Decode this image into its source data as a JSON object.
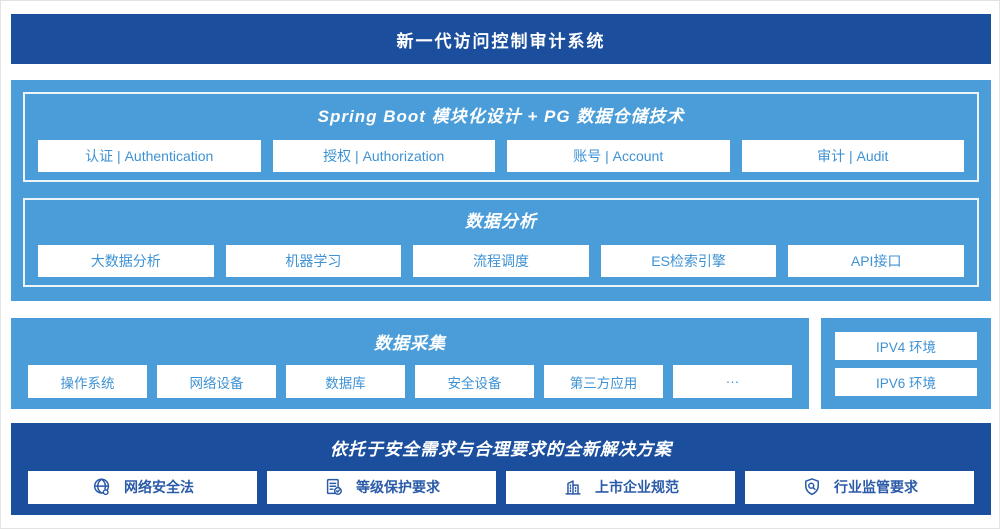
{
  "banner": {
    "title": "新一代访问控制审计系统"
  },
  "platform": {
    "spring_boot": {
      "title": "Spring Boot 模块化设计 + PG 数据仓储技术",
      "modules": [
        "认证 | Authentication",
        "授权 | Authorization",
        "账号 | Account",
        "审计 | Audit"
      ]
    },
    "data_analysis": {
      "title": "数据分析",
      "modules": [
        "大数据分析",
        "机器学习",
        "流程调度",
        "ES检索引擎",
        "API接口"
      ]
    }
  },
  "data_collection": {
    "title": "数据采集",
    "sources": [
      "操作系统",
      "网络设备",
      "数据库",
      "安全设备",
      "第三方应用",
      "···"
    ]
  },
  "environments": {
    "items": [
      "IPV4 环境",
      "IPV6 环境"
    ]
  },
  "solution": {
    "title": "依托于安全需求与合理要求的全新解决方案",
    "items": [
      {
        "icon": "globe-icon",
        "label": "网络安全法"
      },
      {
        "icon": "document-check-icon",
        "label": "等级保护要求"
      },
      {
        "icon": "building-icon",
        "label": "上市企业规范"
      },
      {
        "icon": "shield-search-icon",
        "label": "行业监管要求"
      }
    ]
  },
  "colors": {
    "dark_blue": "#1B4F9E",
    "light_blue": "#4A9DD8",
    "button_text_blue": "#3E92D4",
    "solution_text_blue": "#2A5AA8"
  }
}
